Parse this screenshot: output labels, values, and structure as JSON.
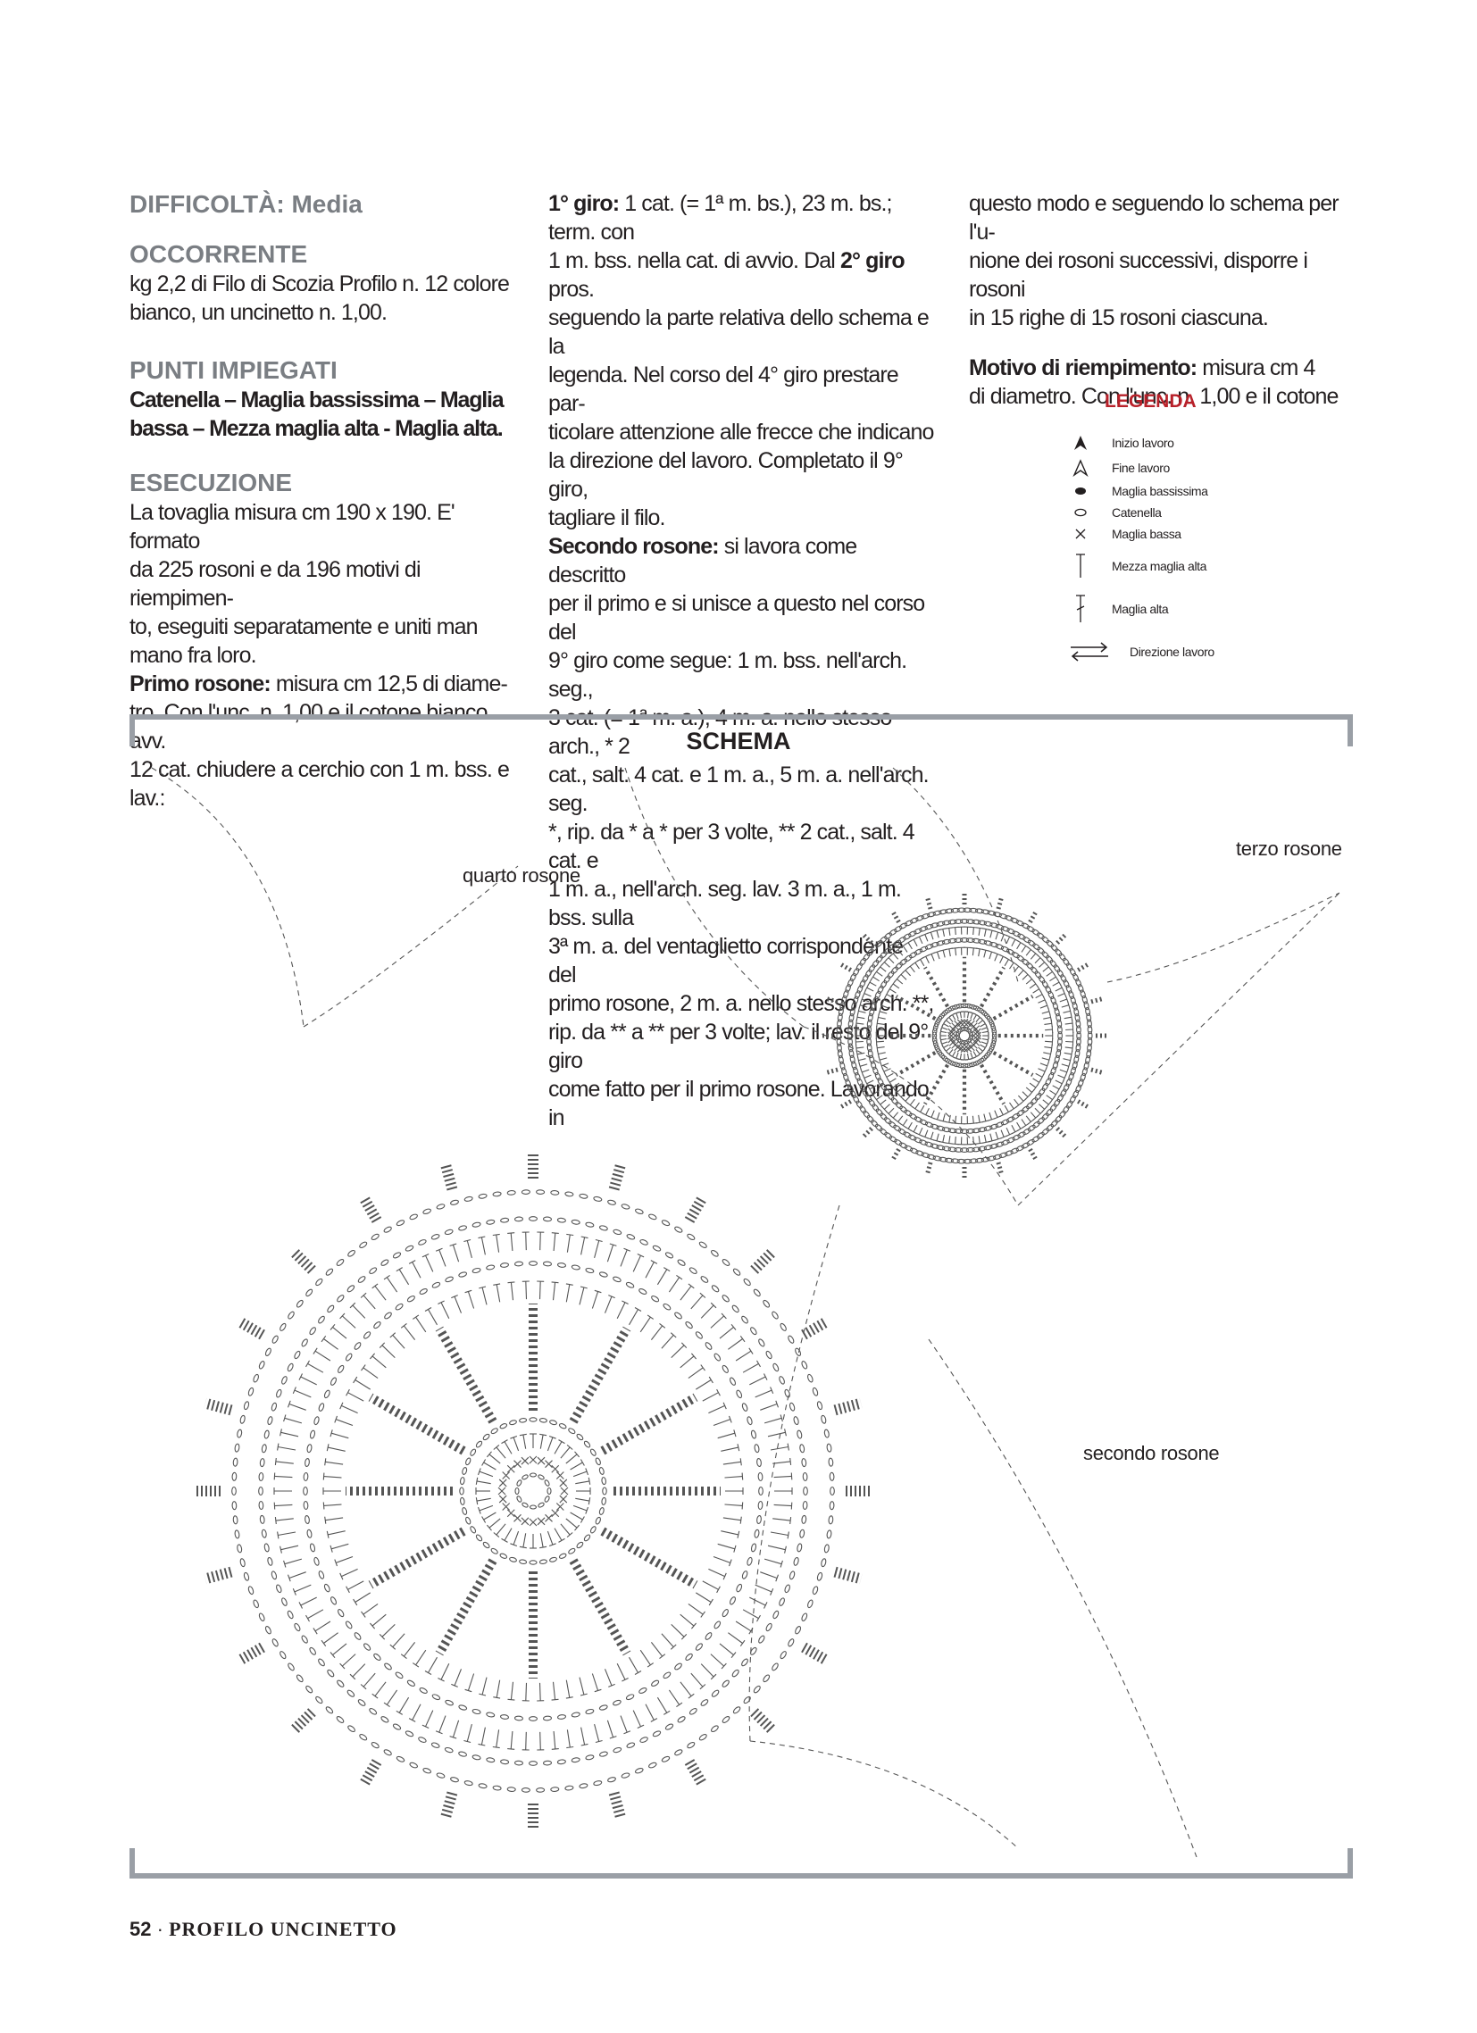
{
  "col1": {
    "difficulty": "DIFFICOLTÀ: Media",
    "occorrente_title": "OCCORRENTE",
    "occorrente_text": [
      "kg 2,2 di Filo di Scozia Profilo n. 12 colore",
      "bianco, un uncinetto n. 1,00."
    ],
    "punti_title": "PUNTI IMPIEGATI",
    "punti_text": [
      "Catenella – Maglia bassissima – Maglia",
      "bassa – Mezza maglia alta - Maglia alta."
    ],
    "esecuzione_title": "ESECUZIONE",
    "esecuzione_text": [
      "La tovaglia misura cm 190 x 190. E' formato",
      "da 225 rosoni e da 196 motivi di riempimen-",
      "to, eseguiti separatamente e uniti man",
      "mano fra loro."
    ],
    "primo_label": "Primo rosone:",
    "primo_first": " misura cm 12,5 di diame-",
    "primo_text": [
      "tro. Con l'unc. n. 1,00 e il cotone bianco avv.",
      "12 cat. chiudere a cerchio con 1 m. bss. e lav.:"
    ]
  },
  "col2": {
    "giro1_label": "1° giro:",
    "giro1_first": " 1 cat. (= 1ª m. bs.), 23 m. bs.; term. con",
    "giro1_second_a": "1 m. bss. nella cat. di avvio. Dal ",
    "giro2_label": "2° giro",
    "giro1_second_b": " pros.",
    "giro_text": [
      "seguendo la parte relativa dello schema e la",
      "legenda. Nel corso del 4° giro prestare par-",
      "ticolare attenzione alle frecce che indicano",
      "la direzione del lavoro. Completato il 9° giro,",
      "tagliare il filo."
    ],
    "secondo_label": "Secondo rosone:",
    "secondo_first": " si lavora come descritto",
    "secondo_text": [
      "per il primo e si unisce a questo nel corso del",
      "9° giro come segue: 1 m. bss. nell'arch. seg.,",
      "3 cat. (= 1ª m. a.), 4 m. a. nello stesso arch., * 2",
      "cat., salt. 4 cat. e 1 m. a., 5 m. a. nell'arch. seg.",
      "*, rip. da * a * per 3 volte, ** 2 cat., salt. 4 cat. e",
      "1 m. a., nell'arch. seg. lav. 3 m. a., 1 m. bss. sulla",
      "3ª m. a. del ventaglietto corrispondente del",
      "primo rosone, 2 m. a. nello stesso arch. **,",
      "rip. da ** a ** per 3 volte; lav. il resto del 9° giro",
      "come fatto per il primo rosone. Lavorando in"
    ]
  },
  "col3": {
    "text": [
      "questo modo e seguendo lo schema per l'u-",
      "nione dei rosoni successivi, disporre i rosoni",
      "in 15 righe di 15 rosoni ciascuna."
    ],
    "motivo_label": "Motivo di riempimento:",
    "motivo_first": " misura cm 4",
    "motivo_text": [
      "di diametro. Con l'unc. n. 1,00 e il cotone"
    ]
  },
  "legend": {
    "title": "LEGENDA",
    "items": [
      {
        "label": "Inizio lavoro",
        "icon": "start-arrow-icon"
      },
      {
        "label": "Fine lavoro",
        "icon": "end-arrow-icon"
      },
      {
        "label": "Maglia bassissima",
        "icon": "slip-stitch-icon"
      },
      {
        "label": "Catenella",
        "icon": "chain-icon"
      },
      {
        "label": "Maglia bassa",
        "icon": "single-crochet-icon"
      },
      {
        "label": "Mezza maglia alta",
        "icon": "half-double-icon"
      },
      {
        "label": "Maglia alta",
        "icon": "double-crochet-icon"
      },
      {
        "label": "Direzione lavoro",
        "icon": "direction-arrows-icon"
      }
    ]
  },
  "schema": {
    "title": "SCHEMA",
    "labels": {
      "quarto": "quarto rosone",
      "terzo": "terzo rosone",
      "secondo": "secondo rosone"
    }
  },
  "footer": {
    "page_number": "52",
    "separator": "·",
    "magazine": "PROFILO UNCINETTO"
  }
}
